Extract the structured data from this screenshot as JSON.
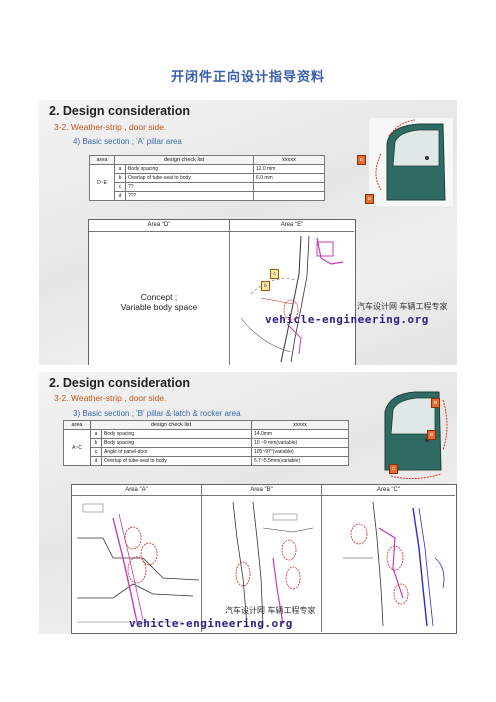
{
  "doc": {
    "title": "开闭件正向设计指导资料"
  },
  "slide1": {
    "heading": "2. Design consideration",
    "subheading": "3-2. Weather-strip , door side.",
    "section": "4)  Basic section ; 'A' pillar area",
    "table": {
      "headers": [
        "area",
        "design check list",
        "xxxxx"
      ],
      "area": "D~E",
      "rows": [
        {
          "id": "a",
          "item": "Body spacing",
          "value": "12.0 mm"
        },
        {
          "id": "b",
          "item": "Overlap of tube-seal to body",
          "value": "6.0 mm"
        },
        {
          "id": "c",
          "item": "??",
          "value": ""
        },
        {
          "id": "d",
          "item": "???",
          "value": ""
        }
      ]
    },
    "area_d_title": "Area \"D\"",
    "area_e_title": "Area \"E\"",
    "concept_line1": "Concept ;",
    "concept_line2": "Variable  body space",
    "door_tags": [
      "E",
      "D"
    ],
    "diagram_tags": [
      "c",
      "b"
    ]
  },
  "slide2": {
    "heading": "2. Design consideration",
    "subheading": "3-2. Weather-strip , door side.",
    "section": "3)  Basic section ; 'B' pillar & latch & rocker area",
    "table": {
      "headers": [
        "area",
        "design check list",
        "xxxxx"
      ],
      "area": "A~C",
      "rows": [
        {
          "id": "a",
          "item": "Body spacing",
          "value": "14.0mm"
        },
        {
          "id": "b",
          "item": "Body spacing",
          "value": "10 ~9 mm(variable)"
        },
        {
          "id": "c",
          "item": "Angle of panel-door",
          "value": "105~97°(variable)"
        },
        {
          "id": "d",
          "item": "Overlap of tube-seal to body",
          "value": "5.7~5.5mm(variable)"
        }
      ]
    },
    "area_a_title": "Area \"A\"",
    "area_b_title": "Area \"B\"",
    "area_c_title": "Area \"C\"",
    "door_tags": [
      "B",
      "B",
      "C"
    ]
  },
  "watermark": {
    "cn": "汽车设计网 车辆工程专家",
    "en": "vehicle-engineering.org"
  }
}
